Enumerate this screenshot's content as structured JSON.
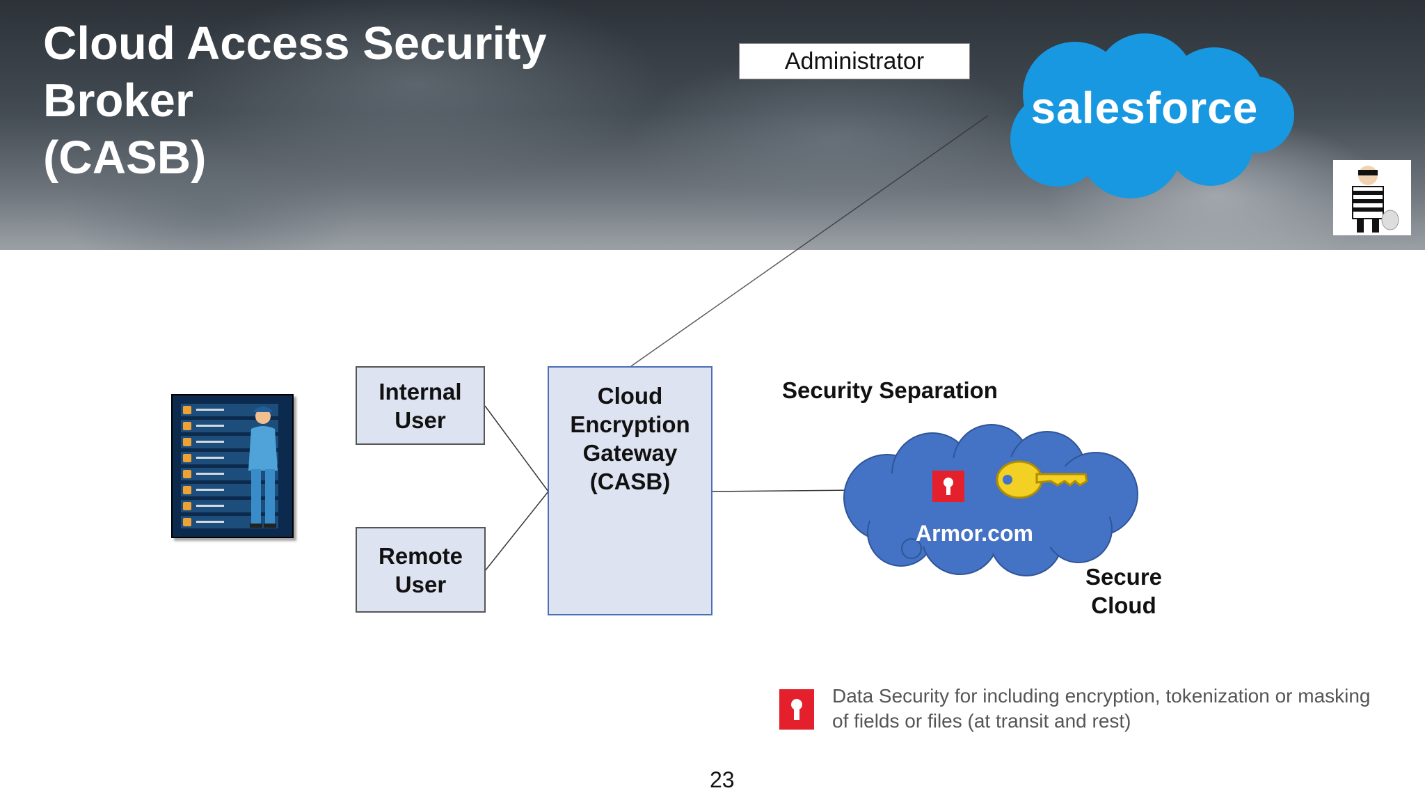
{
  "title": {
    "lines": [
      "Cloud Access Security",
      "Broker",
      "(CASB)"
    ]
  },
  "administrator": "Administrator",
  "salesforce_logo": "salesforce",
  "internal_user": {
    "line1": "Internal",
    "line2": "User"
  },
  "remote_user": {
    "line1": "Remote",
    "line2": "User"
  },
  "gateway": {
    "lines": [
      "Cloud",
      "Encryption",
      "Gateway",
      "(CASB)"
    ]
  },
  "security_separation": "Security Separation",
  "cloud_label": "Armor.com",
  "secure_cloud": {
    "line1": "Secure",
    "line2": "Cloud"
  },
  "legend": "Data Security for including encryption, tokenization or masking of fields or files (at transit and rest)",
  "page_number": "23",
  "colors": {
    "cloud": "#4472c4",
    "salesforce": "#1798e0",
    "box_fill": "#dde3f1",
    "lock_red": "#e3202b",
    "key_gold": "#f2d024"
  }
}
